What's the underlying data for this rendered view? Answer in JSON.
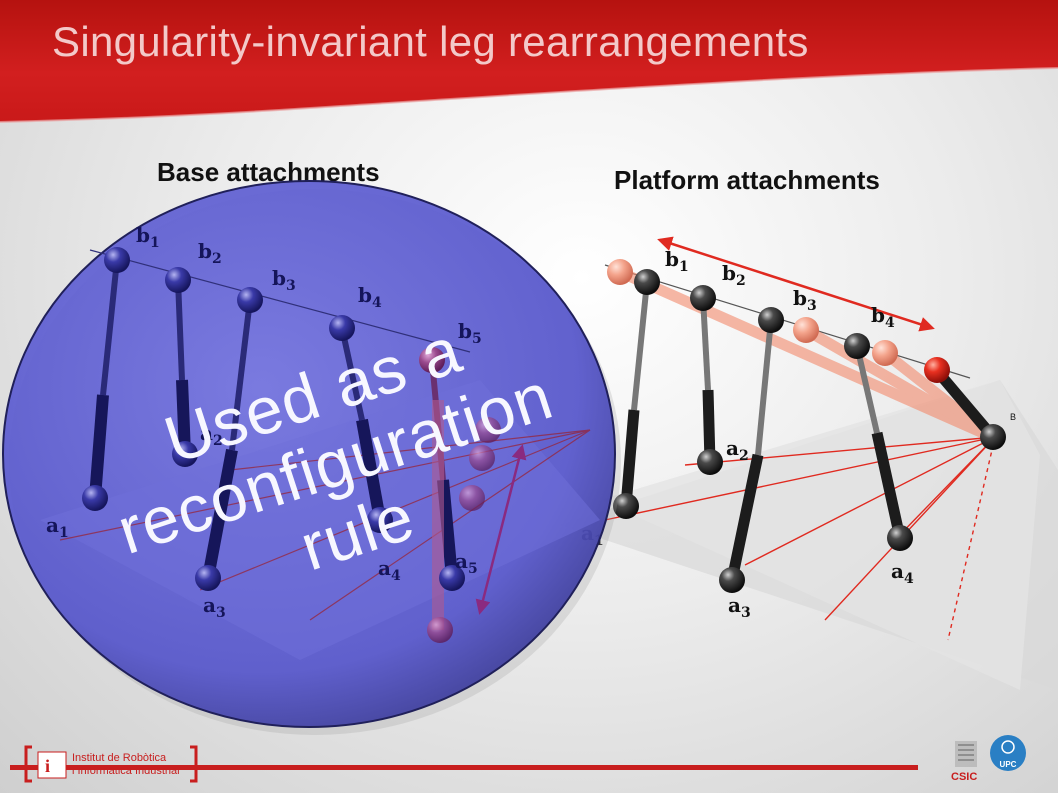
{
  "slide": {
    "title": "Singularity-invariant leg rearrangements",
    "colors": {
      "header_red": "#d21f1f",
      "title_text": "#f3c9c9",
      "overlay_blue": "#5a5ad6",
      "rod_dark": "#2a2a2a",
      "ball_black": "#1c1c1c",
      "ball_red": "#e02a20",
      "ball_pink": "#f2a08a"
    }
  },
  "left_panel": {
    "label": "Base attachments",
    "overlay_text_lines": [
      "Used as a",
      "reconfiguration",
      "rule"
    ],
    "labels": {
      "b": [
        "b",
        "b",
        "b",
        "b",
        "b"
      ],
      "b_sub": [
        "1",
        "2",
        "3",
        "4",
        "5"
      ],
      "a": [
        "a",
        "a",
        "a",
        "a",
        "a"
      ],
      "a_sub": [
        "1",
        "2",
        "3",
        "4",
        "5"
      ]
    }
  },
  "right_panel": {
    "label": "Platform attachments",
    "labels": {
      "b": [
        "b",
        "b",
        "b",
        "b"
      ],
      "b_sub": [
        "1",
        "2",
        "3",
        "4"
      ],
      "a": [
        "a",
        "a",
        "a",
        "a"
      ],
      "a_sub": [
        "1",
        "2",
        "3",
        "4"
      ],
      "B": "B"
    }
  },
  "footer": {
    "institute_line1": "Institut de Robòtica",
    "institute_line2": "i Informàtica Industrial",
    "logo_left_mark": "i",
    "logo_csic": "CSIC",
    "logo_upc": "UPC"
  }
}
